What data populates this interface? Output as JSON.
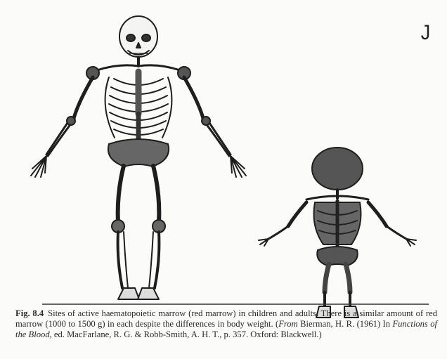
{
  "figure": {
    "corner_mark": "J",
    "caption": {
      "label": "Fig. 8.4",
      "text_1": "Sites of active haematopoietic marrow (red marrow) in children and adults. There is a similar amount of red marrow (1000 to 1500 g) in each despite the differences in body weight.",
      "source_open": "(",
      "source_italic_1": "From",
      "text_2": " Bierman, H. R. (1961) In ",
      "source_italic_2": "Functions of the Blood",
      "text_3": ", ed. MacFarlane, R. G. & Robb-Smith, A. H. T., p. 357. Oxford: Blackwell.)"
    },
    "illustrations": [
      {
        "name": "adult-skeleton",
        "subject": "adult skeleton, front view"
      },
      {
        "name": "child-skeleton",
        "subject": "child skeleton, front view"
      }
    ],
    "colors": {
      "ink": "#1e1e1e",
      "marrow": "#555555",
      "paper": "#fbfbf9"
    }
  }
}
